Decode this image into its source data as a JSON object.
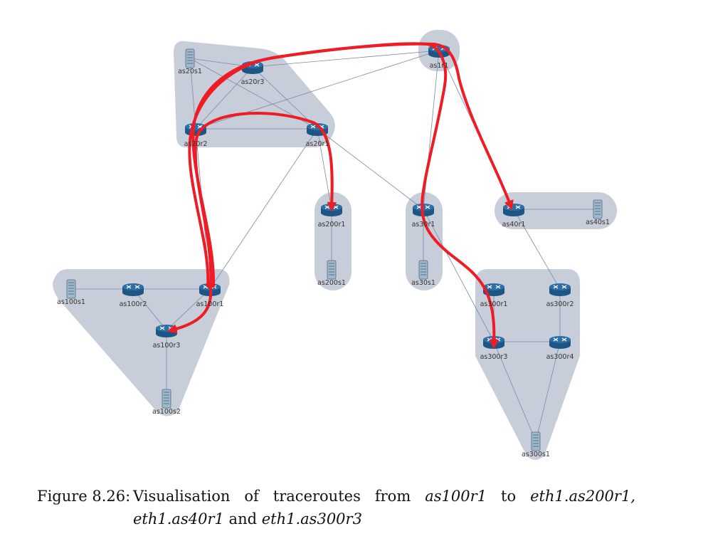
{
  "nodes": [
    {
      "id": "as20s1",
      "label": "as20s1",
      "kind": "server"
    },
    {
      "id": "as20r3",
      "label": "as20r3",
      "kind": "router"
    },
    {
      "id": "as1r1",
      "label": "as1r1",
      "kind": "router"
    },
    {
      "id": "as20r2",
      "label": "as20r2",
      "kind": "router"
    },
    {
      "id": "as20r1",
      "label": "as20r1",
      "kind": "router"
    },
    {
      "id": "as200r1",
      "label": "as200r1",
      "kind": "router"
    },
    {
      "id": "as200s1",
      "label": "as200s1",
      "kind": "server"
    },
    {
      "id": "as30r1",
      "label": "as30r1",
      "kind": "router"
    },
    {
      "id": "as30s1",
      "label": "as30s1",
      "kind": "server"
    },
    {
      "id": "as40r1",
      "label": "as40r1",
      "kind": "router"
    },
    {
      "id": "as40s1",
      "label": "as40s1",
      "kind": "server"
    },
    {
      "id": "as100s1",
      "label": "as100s1",
      "kind": "server"
    },
    {
      "id": "as100r2",
      "label": "as100r2",
      "kind": "router"
    },
    {
      "id": "as100r1",
      "label": "as100r1",
      "kind": "router"
    },
    {
      "id": "as100r3",
      "label": "as100r3",
      "kind": "router"
    },
    {
      "id": "as100s2",
      "label": "as100s2",
      "kind": "server"
    },
    {
      "id": "as300r1",
      "label": "as300r1",
      "kind": "router"
    },
    {
      "id": "as300r2",
      "label": "as300r2",
      "kind": "router"
    },
    {
      "id": "as300r3",
      "label": "as300r3",
      "kind": "router"
    },
    {
      "id": "as300r4",
      "label": "as300r4",
      "kind": "router"
    },
    {
      "id": "as300s1",
      "label": "as300s1",
      "kind": "server"
    }
  ],
  "links": [
    [
      "as20s1",
      "as20r3"
    ],
    [
      "as20s1",
      "as20r2"
    ],
    [
      "as20s1",
      "as20r1"
    ],
    [
      "as20r3",
      "as20r2"
    ],
    [
      "as20r3",
      "as20r1"
    ],
    [
      "as20r3",
      "as1r1"
    ],
    [
      "as20r2",
      "as20r1"
    ],
    [
      "as20r2",
      "as1r1"
    ],
    [
      "as20r2",
      "as100r1"
    ],
    [
      "as20r1",
      "as200r1"
    ],
    [
      "as20r1",
      "as30r1"
    ],
    [
      "as20r1",
      "as100r1"
    ],
    [
      "as1r1",
      "as30r1"
    ],
    [
      "as1r1",
      "as40r1"
    ],
    [
      "as200r1",
      "as200s1"
    ],
    [
      "as30r1",
      "as30s1"
    ],
    [
      "as30r1",
      "as300r3"
    ],
    [
      "as40r1",
      "as40s1"
    ],
    [
      "as40r1",
      "as300r2"
    ],
    [
      "as100s1",
      "as100r2"
    ],
    [
      "as100r2",
      "as100r1"
    ],
    [
      "as100r2",
      "as100r3"
    ],
    [
      "as100r1",
      "as100r3"
    ],
    [
      "as100r3",
      "as100s2"
    ],
    [
      "as300r1",
      "as300r3"
    ],
    [
      "as300r2",
      "as300r4"
    ],
    [
      "as300r3",
      "as300r4"
    ],
    [
      "as300r3",
      "as300s1"
    ],
    [
      "as300r4",
      "as300s1"
    ]
  ],
  "traceroutes": [
    {
      "from": "as100r1",
      "to": "as200r1"
    },
    {
      "from": "as100r1",
      "to": "as40r1"
    },
    {
      "from": "as100r1",
      "to": "as300r3"
    }
  ],
  "colors": {
    "group_fill": "#c8ced9",
    "link": "#7a8aa0",
    "trace": "#ee1c24",
    "router": "#2e6fa6",
    "server": "#9fb8cc"
  },
  "caption": {
    "label": "Figure 8.26:",
    "w1": "Visualisation",
    "w2": "of",
    "w3": "traceroutes",
    "w4": "from",
    "from_node": "as100r1",
    "w5": "to",
    "target1": "eth1.as200r1,",
    "target2": "eth1.as40r1",
    "conj": "and",
    "target3": "eth1.as300r3"
  }
}
